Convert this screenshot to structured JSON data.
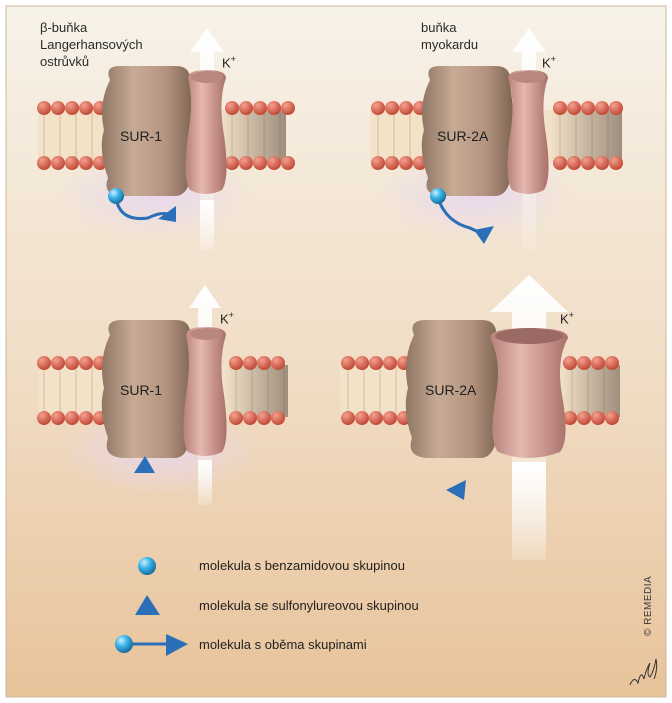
{
  "panels": {
    "top_left": {
      "cell_label_1": "β-buňka",
      "cell_label_2": "Langerhansových",
      "cell_label_3": "ostrůvků",
      "receptor": "SUR-1",
      "ion": "K",
      "ion_charge": "+"
    },
    "top_right": {
      "cell_label_1": "buňka",
      "cell_label_2": "myokardu",
      "receptor": "SUR-2A",
      "ion": "K",
      "ion_charge": "+"
    },
    "bottom_left": {
      "receptor": "SUR-1",
      "ion": "K",
      "ion_charge": "+"
    },
    "bottom_right": {
      "receptor": "SUR-2A",
      "ion": "K",
      "ion_charge": "+"
    }
  },
  "legend": {
    "benzamide": "molekula s benzamidovou skupinou",
    "sulfonylurea": "molekula se sulfonylureovou skupinou",
    "both": "molekula s oběma skupinami"
  },
  "credit": "© REMEDIA",
  "colors": {
    "background_top": "#f6f0e4",
    "background_bottom": "#e8c8a0",
    "membrane_bead": "#d9604a",
    "sur_protein": "#b89a84",
    "channel": "#d8a8a0",
    "molecule_sphere": "#3fb6e8",
    "molecule_triangle": "#2a6fb8"
  }
}
